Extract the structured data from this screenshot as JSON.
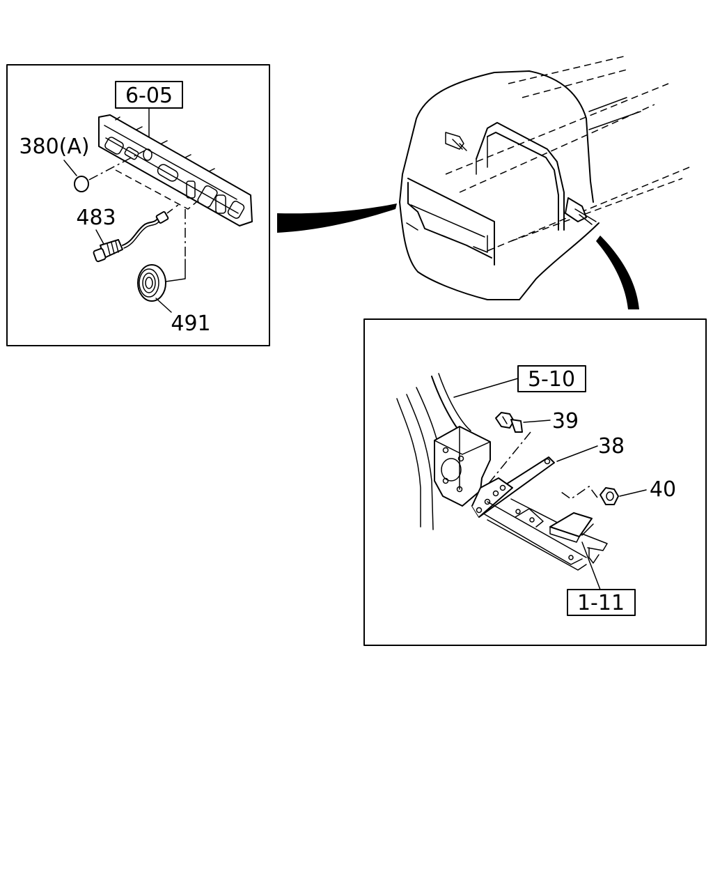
{
  "panels": {
    "detail_a": {
      "ref_box": "6-05",
      "callouts": {
        "o_ring": "380(A)",
        "sensor": "483",
        "grommet": "491"
      }
    },
    "detail_b": {
      "ref_box_top": "5-10",
      "ref_box_bottom": "1-11",
      "callouts": {
        "bolt": "39",
        "bracket": "38",
        "nut": "40"
      }
    }
  }
}
